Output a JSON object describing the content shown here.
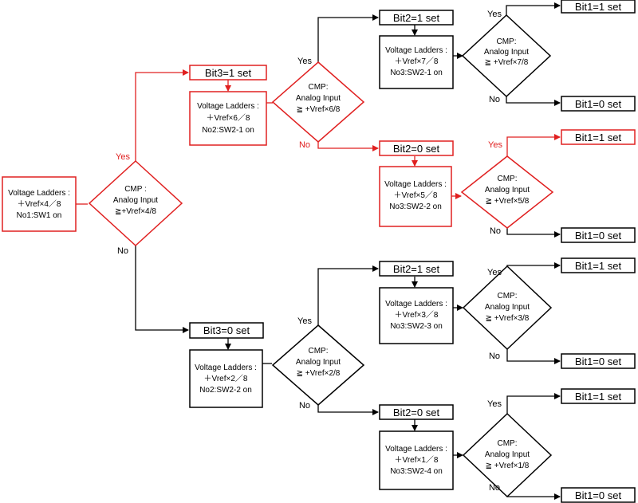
{
  "colors": {
    "active": "#e02020",
    "normal": "#000000"
  },
  "start": {
    "lines": [
      "Voltage Ladders :",
      "＋Vref×4／8",
      "No1:SW1 on"
    ]
  },
  "cmp_main": {
    "lines": [
      "CMP :",
      "Analog Input",
      "≧+Vref×4/8"
    ]
  },
  "yes": "Yes",
  "no": "No",
  "bit3_1": {
    "label": "Bit3=1 set",
    "ladder": [
      "Voltage Ladders :",
      "＋Vref×6／8",
      "No2:SW2-1 on"
    ],
    "cmp": [
      "CMP:",
      "Analog Input",
      "≧ +Vref×6/8"
    ]
  },
  "bit3_0": {
    "label": "Bit3=0 set",
    "ladder": [
      "Voltage Ladders :",
      "＋Vref×2／8",
      "No2:SW2-2 on"
    ],
    "cmp": [
      "CMP:",
      "Analog Input",
      "≧ +Vref×2/8"
    ]
  },
  "bit2_a": {
    "label": "Bit2=1 set",
    "ladder": [
      "Voltage Ladders :",
      "＋Vref×7／8",
      "No3:SW2-1 on"
    ],
    "cmp": [
      "CMP:",
      "Analog Input",
      "≧ +Vref×7/8"
    ]
  },
  "bit2_b": {
    "label": "Bit2=0 set",
    "ladder": [
      "Voltage Ladders :",
      "＋Vref×5／8",
      "No3:SW2-2 on"
    ],
    "cmp": [
      "CMP:",
      "Analog Input",
      "≧ +Vref×5/8"
    ]
  },
  "bit2_c": {
    "label": "Bit2=1 set",
    "ladder": [
      "Voltage Ladders :",
      "＋Vref×3／8",
      "No3:SW2-3 on"
    ],
    "cmp": [
      "CMP:",
      "Analog Input",
      "≧ +Vref×3/8"
    ]
  },
  "bit2_d": {
    "label": "Bit2=0 set",
    "ladder": [
      "Voltage Ladders :",
      "＋Vref×1／8",
      "No3:SW2-4 on"
    ],
    "cmp": [
      "CMP:",
      "Analog Input",
      "≧ +Vref×1/8"
    ]
  },
  "bit1_set": "Bit1=1 set",
  "bit1_clear": "Bit1=0 set"
}
